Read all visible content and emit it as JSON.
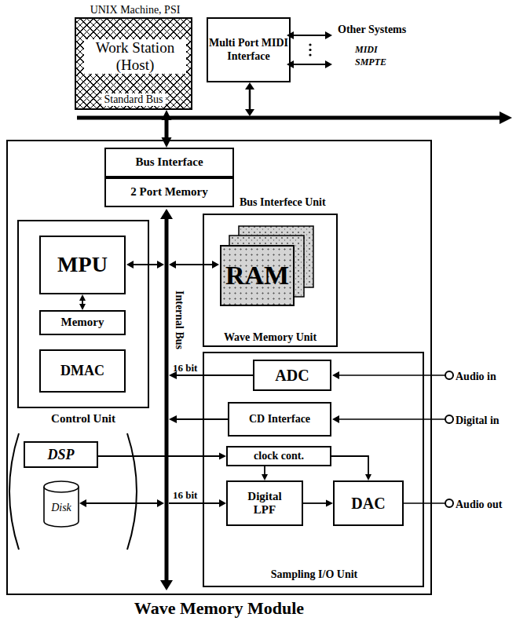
{
  "diagram": {
    "nodes": [
      {
        "text": [
          "UNIX Machine, PSI",
          "Work Station (Host)",
          "Standard Bus"
        ]
      },
      {
        "text": [
          "Multi Port MIDI Interface"
        ]
      },
      {
        "text": [
          "Wave Memory Module"
        ]
      },
      {
        "text": [
          "Bus Interface"
        ],
        "in": 2
      },
      {
        "text": [
          "2 Port Memory"
        ],
        "in": 2
      },
      {
        "text": [
          "Control Unit"
        ],
        "in": 2
      },
      {
        "text": [
          "MPU"
        ],
        "in": 5
      },
      {
        "text": [
          "Memory"
        ],
        "in": 5
      },
      {
        "text": [
          "DMAC"
        ],
        "in": 5
      },
      {
        "text": [
          "Wave Memory Unit"
        ],
        "in": 2
      },
      {
        "text": [
          "RAM"
        ],
        "in": 9
      },
      {
        "text": [
          "Sampling I/O Unit"
        ],
        "in": 2
      },
      {
        "text": [
          "ADC"
        ],
        "in": 11
      },
      {
        "text": [
          "CD Interface"
        ],
        "in": 11
      },
      {
        "text": [
          "clock cont."
        ],
        "in": 11
      },
      {
        "text": [
          "Digital LPF"
        ],
        "in": 11
      },
      {
        "text": [
          "DAC"
        ],
        "in": 11
      },
      {
        "text": [
          "DSP"
        ],
        "in": 2
      },
      {
        "text": [
          "Disk"
        ],
        "in": 2
      }
    ],
    "edges": [
      {
        "from": 0,
        "to": 3,
        "arrow": "both"
      },
      {
        "from": 6,
        "to": 7,
        "arrow": "both"
      },
      {
        "from": 17,
        "to": 14,
        "arrow": "to"
      },
      {
        "from": 14,
        "to": 15,
        "arrow": "to"
      },
      {
        "from": 14,
        "to": 16,
        "arrow": "to"
      },
      {
        "from": 15,
        "to": 16,
        "arrow": "to"
      }
    ],
    "labels": [
      "Bus Interfece Unit",
      "Internal Bus",
      "16 bit",
      "16 bit",
      "Audio in",
      "Digital in",
      "Audio out",
      "Other Systems",
      "MIDI",
      "SMPTE"
    ]
  }
}
